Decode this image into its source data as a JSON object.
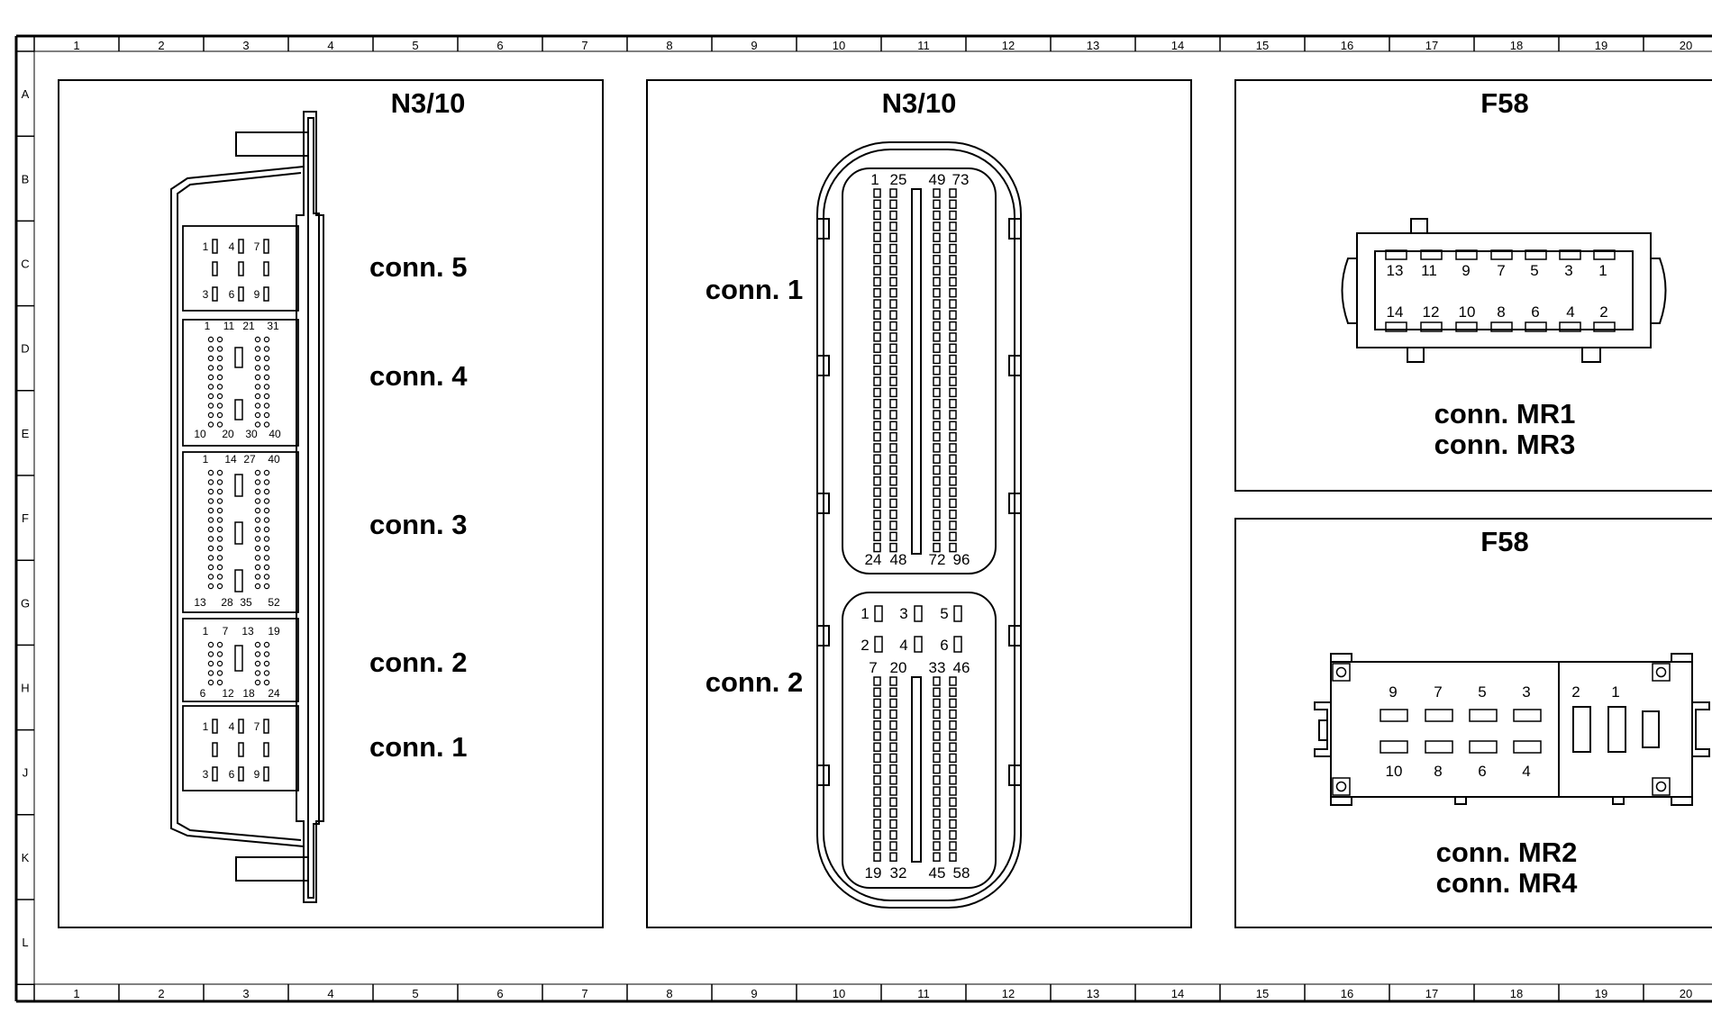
{
  "ruler": {
    "columns": [
      "1",
      "2",
      "3",
      "4",
      "5",
      "6",
      "7",
      "8",
      "9",
      "10",
      "11",
      "12",
      "13",
      "14",
      "15",
      "16",
      "17",
      "18",
      "19",
      "20"
    ],
    "rows": [
      "A",
      "B",
      "C",
      "D",
      "E",
      "F",
      "G",
      "H",
      "J",
      "K",
      "L"
    ]
  },
  "panel1": {
    "title": "N3/10",
    "conns": [
      "conn. 5",
      "conn. 4",
      "conn. 3",
      "conn. 2",
      "conn. 1"
    ],
    "c5": {
      "top": [
        "1",
        "4",
        "7"
      ],
      "bottom": [
        "3",
        "6",
        "9"
      ]
    },
    "c4": {
      "top": [
        "1",
        "11",
        "21",
        "31"
      ],
      "bottom": [
        "10",
        "20",
        "30",
        "40"
      ]
    },
    "c3": {
      "top": [
        "1",
        "14",
        "27",
        "40"
      ],
      "bottom": [
        "13",
        "28",
        "35",
        "52"
      ]
    },
    "c2": {
      "top": [
        "1",
        "7",
        "13",
        "19"
      ],
      "bottom": [
        "6",
        "12",
        "18",
        "24"
      ]
    },
    "c1": {
      "top": [
        "1",
        "4",
        "7"
      ],
      "bottom": [
        "3",
        "6",
        "9"
      ]
    }
  },
  "panel2": {
    "title": "N3/10",
    "conn1_label": "conn. 1",
    "conn2_label": "conn. 2",
    "c1_top": [
      "1",
      "25",
      "49",
      "73"
    ],
    "c1_bottom": [
      "24",
      "48",
      "72",
      "96"
    ],
    "c2_pins": [
      "1",
      "3",
      "5",
      "2",
      "4",
      "6"
    ],
    "c2_top": [
      "7",
      "20",
      "33",
      "46"
    ],
    "c2_bottom": [
      "19",
      "32",
      "45",
      "58"
    ]
  },
  "panel3": {
    "title": "F58",
    "top_pins": [
      "13",
      "11",
      "9",
      "7",
      "5",
      "3",
      "1"
    ],
    "bottom_pins": [
      "14",
      "12",
      "10",
      "8",
      "6",
      "4",
      "2"
    ],
    "label1": "conn. MR1",
    "label2": "conn. MR3"
  },
  "panel4": {
    "title": "F58",
    "top_pins": [
      "9",
      "7",
      "5",
      "3"
    ],
    "right_pins": [
      "2",
      "1"
    ],
    "bottom_pins": [
      "10",
      "8",
      "6",
      "4"
    ],
    "label1": "conn. MR2",
    "label2": "conn. MR4"
  }
}
